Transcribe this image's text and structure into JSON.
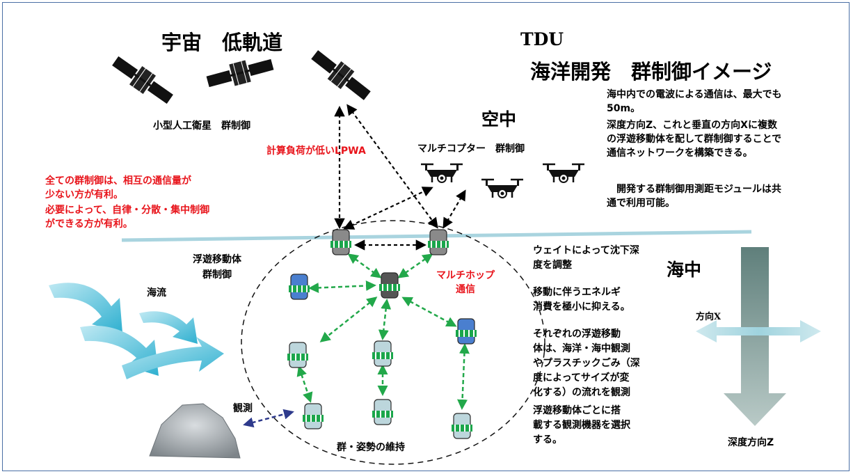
{
  "colors": {
    "frame": "#4a6fa5",
    "sea_line": "#a9d4df",
    "red_text": "#e8141b",
    "green_arrow": "#22a84a",
    "black_arrow": "#000000",
    "node_gray": "#8a8a8a",
    "node_blue": "#4a7fcf",
    "node_dark": "#555555",
    "node_light": "#bcd6dc",
    "current_arrow": "#58c4dc",
    "depth_arrow": "#8fa6a2"
  },
  "header": {
    "space_title": "宇宙　低軌道",
    "org": "TDU",
    "main_title": "海洋開発　群制御イメージ"
  },
  "labels": {
    "satellite_group": "小型人工衛星　群制御",
    "air": "空中",
    "multicopter": "マルチコプター　群制御",
    "lpwa": "計算負荷が低いLPWA",
    "sea": "海中",
    "floating_group": "浮遊移動体\n群制御",
    "current": "海流",
    "observation": "観測",
    "formation": "群・姿勢の維持",
    "multihop": "マルチホップ\n通信",
    "direction_x": "方向X",
    "depth_z": "深度方向Z"
  },
  "notes": {
    "red_note_1": "全ての群制御は、相互の通信量が\n少ない方が有利。",
    "red_note_2": "必要によって、自律・分散・集中制御\nができる方が有利。",
    "right_note_1": "海中内での電波による通信は、最大でも\n50m。",
    "right_note_2": "深度方向Z、これと垂直の方向Xに複数\nの浮遊移動体を配して群制御することで\n通信ネットワークを構築できる。",
    "right_note_3": "　開発する群制御用測距モジュールは共\n通で利用可能。",
    "sink_note": "ウェイトによって沈下深\n度を調整",
    "energy_note": "移動に伴うエネルギ\n消費を極小に抑える。",
    "obs_note": "それぞれの浮遊移動\n体は、海洋・海中観測\nやプラスチックごみ（深\n度によってサイズが変\n化する）の流れを観測",
    "select_note": "浮遊移動体ごとに搭\n載する観測機器を選択\nする。"
  },
  "icons": [
    "satellite-icon",
    "drone-icon",
    "float-node-icon",
    "rock-icon",
    "current-arrow-icon"
  ]
}
